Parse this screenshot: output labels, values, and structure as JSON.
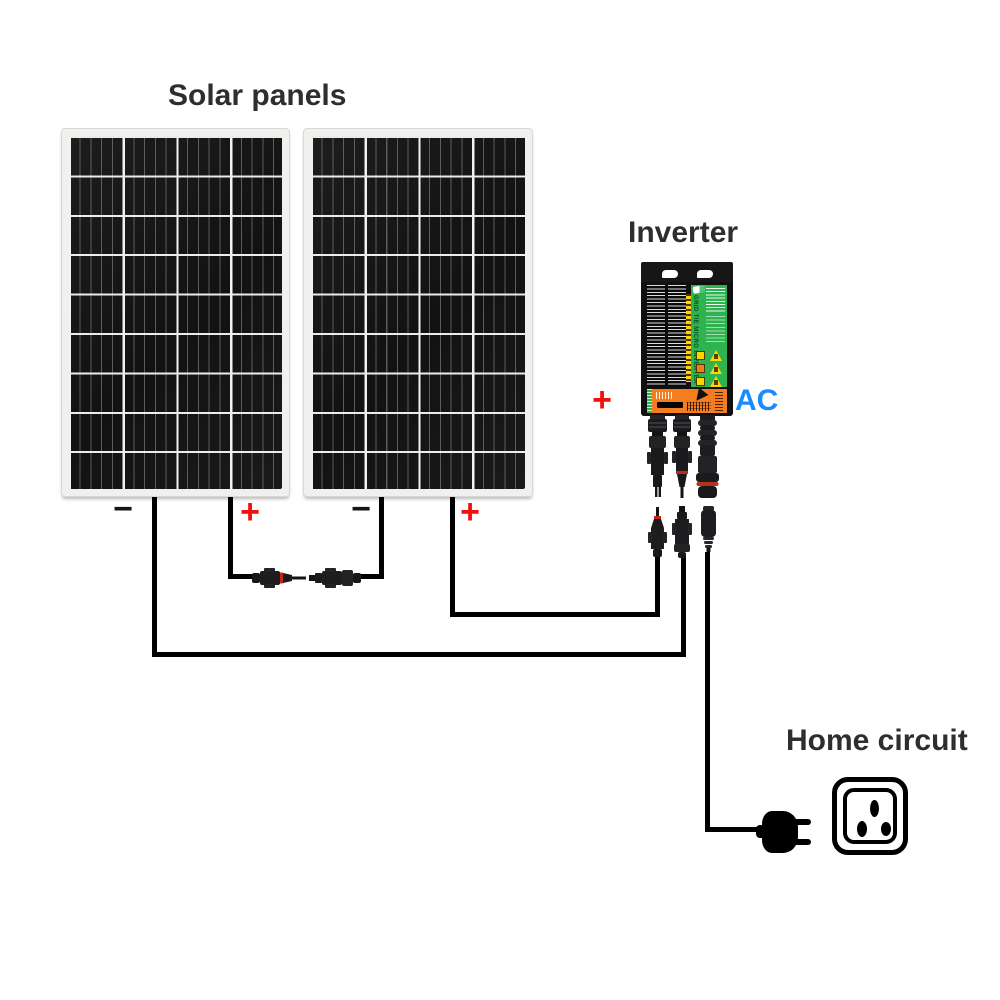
{
  "title": {
    "solar_panels": "Solar panels",
    "inverter": "Inverter",
    "home_circuit": "Home circuit"
  },
  "terminals": {
    "panel1_minus": "−",
    "panel1_plus": "+",
    "panel2_minus": "−",
    "panel2_plus": "+",
    "inverter_dc_plus": "+",
    "inverter_ac": "AC"
  },
  "inverter": {
    "green_label_text": "GRID TIE MICRO INVERTER"
  },
  "colors": {
    "terminal_plus_red": "#f10f0f",
    "terminal_minus_black": "#151515",
    "ac_blue": "#1a8cff",
    "inverter_label_green": "#2eb350",
    "inverter_label_orange": "#f57c1f",
    "warning_yellow": "#ffd400",
    "wire_black": "#000000",
    "title_gray": "#2e2e2e"
  },
  "icons": {
    "mc4-dc-connector-icon": "svg-silhouette",
    "mc4-coupler-male-icon": "svg-silhouette",
    "mc4-coupler-female-icon": "svg-silhouette",
    "ac-output-connector-icon": "svg-silhouette",
    "power-plug-icon": "css-shape",
    "wall-outlet-icon": "css-rounded-square-with-3-holes",
    "warning-triangle-icon": "css-triangle",
    "mounting-slot-icon": "css-rounded-slot",
    "pointer-icon": "css-arrow",
    "brand-logo-icon": "white-swoosh"
  }
}
